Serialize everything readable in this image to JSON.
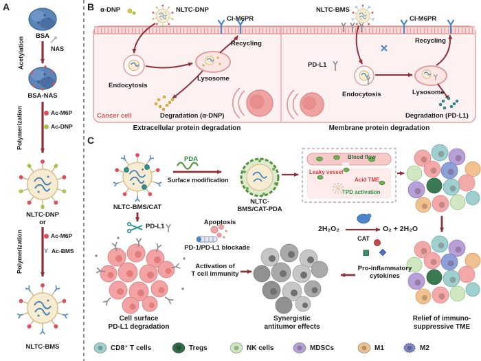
{
  "panel_a": {
    "label": "A",
    "bsa": "BSA",
    "acetylation": "Acetylation",
    "nas": "NAS",
    "bsa_nas": "BSA-NAS",
    "polymerization_1": "Polymerization",
    "ac_m6p_1": "Ac-M6P",
    "ac_dnp": "Ac-DNP",
    "nltc_dnp": "NLTC-DNP",
    "or": "or",
    "polymerization_2": "Polymerization",
    "ac_m6p_2": "Ac-M6P",
    "ac_bms": "Ac-BMS",
    "nltc_bms": "NLTC-BMS"
  },
  "panel_b": {
    "label": "B",
    "left": {
      "ligand": "α-DNP",
      "particle": "NLTC-DNP",
      "receptor": "CI-M6PR",
      "recycling": "Recycling",
      "endocytosis": "Endocytosis",
      "lysosome": "Lysosome",
      "cell": "Cancer cell",
      "degradation": "Degradation (α-DNP)",
      "caption": "Extracellular protein degradation"
    },
    "right": {
      "particle": "NLTC-BMS",
      "receptor": "CI-M6PR",
      "recycling": "Recycling",
      "target": "PD-L1",
      "endocytosis": "Endocytosis",
      "lysosome": "Lysosome",
      "degradation": "Degradation (PD-L1)",
      "caption": "Membrane protein degradation"
    }
  },
  "panel_c": {
    "label": "C",
    "particle1": "NLTC-BMS/CAT",
    "pda": "PDA",
    "surface_modification": "Surface modification",
    "particle2_lines": [
      "NLTC-",
      "BMS/CAT-PDA"
    ],
    "inset": {
      "blood_flow": "Blood flow",
      "leaky_vessel": "Leaky vessel",
      "acid_tme": "Acid TME",
      "tpd_activation": "TPD activation"
    },
    "reaction": {
      "substrate": "2H₂O₂",
      "enzyme": "CAT",
      "product": "O₂ + 2H₂O"
    },
    "pd_l1": "PD-L1",
    "apoptosis": "Apoptosis",
    "blockade": "PD-1/PD-L1 blockade",
    "t_cell_lines": [
      "Activation of",
      "T cell immunity"
    ],
    "cytokines_lines": [
      "Pro-inflammatory",
      "cytokines"
    ],
    "caption_pink_lines": [
      "Cell surface",
      "PD-L1 degradation"
    ],
    "caption_gray_lines": [
      "Synergistic",
      "antitumor effects"
    ],
    "caption_tme_lines": [
      "Relief of immuno-",
      "suppressive TME"
    ]
  },
  "legend": [
    {
      "label": "CD8⁺ T cells",
      "color": "#9fd0cf"
    },
    {
      "label": "Tregs",
      "color": "#2e6b46"
    },
    {
      "label": "NK cells",
      "color": "#cfe8c2"
    },
    {
      "label": "MDSCs",
      "color": "#b79fd8"
    },
    {
      "label": "M1",
      "color": "#f0c18e"
    },
    {
      "label": "M2",
      "color": "#8089c9"
    }
  ],
  "colors": {
    "arrow": "#8e3039",
    "cancer_cell_text": "#d65a5a",
    "membrane": "#e59a9a",
    "pda_green": "#4f9a3c",
    "degraded_dnp_dots": "#e3b23c",
    "degraded_pdl1_dots": "#2f8f8f",
    "nanoparticle_shell": "#f6ecd2",
    "bsa_blue": "#5b84b8"
  }
}
